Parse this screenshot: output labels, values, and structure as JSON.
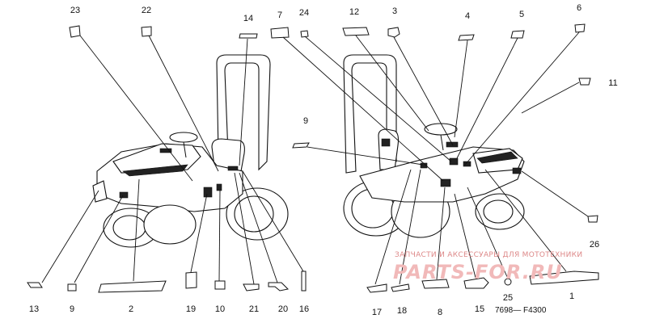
{
  "diagram": {
    "code": "7698— F4300",
    "watermark_top": "ЗАПЧАСТИ И АКСЕССУАРЫ ДЛЯ МОТОТЕХНИКИ",
    "watermark_logo": "PARTS-FOR.RU",
    "callouts": [
      {
        "id": "23",
        "label": "23"
      },
      {
        "id": "22",
        "label": "22"
      },
      {
        "id": "14",
        "label": "14"
      },
      {
        "id": "7",
        "label": "7"
      },
      {
        "id": "24",
        "label": "24"
      },
      {
        "id": "12",
        "label": "12"
      },
      {
        "id": "3",
        "label": "3"
      },
      {
        "id": "4",
        "label": "4"
      },
      {
        "id": "5",
        "label": "5"
      },
      {
        "id": "6",
        "label": "6"
      },
      {
        "id": "11",
        "label": "11"
      },
      {
        "id": "9a",
        "label": "9"
      },
      {
        "id": "26",
        "label": "26"
      },
      {
        "id": "13",
        "label": "13"
      },
      {
        "id": "9b",
        "label": "9"
      },
      {
        "id": "2",
        "label": "2"
      },
      {
        "id": "19",
        "label": "19"
      },
      {
        "id": "10",
        "label": "10"
      },
      {
        "id": "21",
        "label": "21"
      },
      {
        "id": "20",
        "label": "20"
      },
      {
        "id": "16",
        "label": "16"
      },
      {
        "id": "17",
        "label": "17"
      },
      {
        "id": "18",
        "label": "18"
      },
      {
        "id": "8",
        "label": "8"
      },
      {
        "id": "15",
        "label": "15"
      },
      {
        "id": "25",
        "label": "25"
      },
      {
        "id": "1",
        "label": "1"
      }
    ]
  }
}
